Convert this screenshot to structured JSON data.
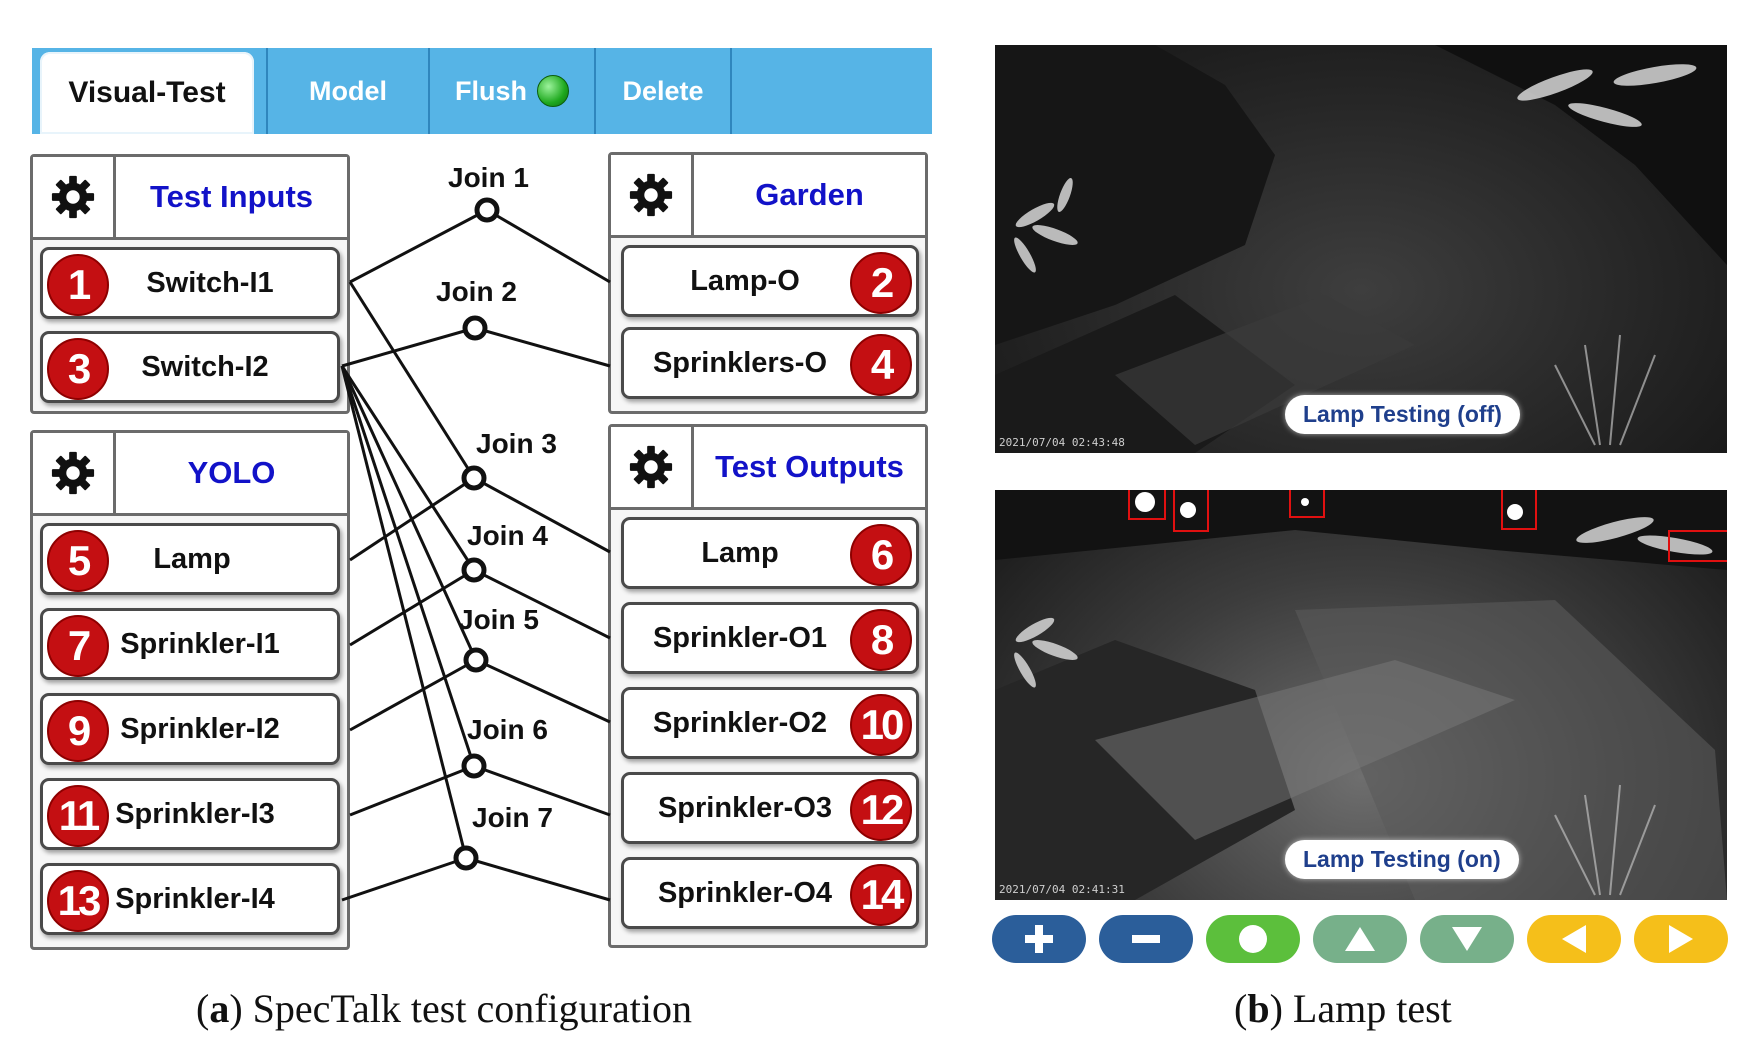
{
  "tabs": [
    {
      "label": "Visual-Test",
      "active": true
    },
    {
      "label": "Model"
    },
    {
      "label": "Flush",
      "indicator": "green-dot"
    },
    {
      "label": "Delete"
    }
  ],
  "panels": {
    "test_inputs": {
      "title": "Test Inputs",
      "items": [
        {
          "num": "1",
          "label": "Switch-I1"
        },
        {
          "num": "3",
          "label": "Switch-I2"
        }
      ]
    },
    "garden": {
      "title": "Garden",
      "items": [
        {
          "num": "2",
          "label": "Lamp-O"
        },
        {
          "num": "4",
          "label": "Sprinklers-O"
        }
      ]
    },
    "yolo": {
      "title": "YOLO",
      "items": [
        {
          "num": "5",
          "label": "Lamp"
        },
        {
          "num": "7",
          "label": "Sprinkler-I1"
        },
        {
          "num": "9",
          "label": "Sprinkler-I2"
        },
        {
          "num": "11",
          "label": "Sprinkler-I3"
        },
        {
          "num": "13",
          "label": "Sprinkler-I4"
        }
      ]
    },
    "test_outputs": {
      "title": "Test Outputs",
      "items": [
        {
          "num": "6",
          "label": "Lamp"
        },
        {
          "num": "8",
          "label": "Sprinkler-O1"
        },
        {
          "num": "10",
          "label": "Sprinkler-O2"
        },
        {
          "num": "12",
          "label": "Sprinkler-O3"
        },
        {
          "num": "14",
          "label": "Sprinkler-O4"
        }
      ]
    }
  },
  "joins": [
    "Join 1",
    "Join 2",
    "Join 3",
    "Join 4",
    "Join 5",
    "Join 6",
    "Join 7"
  ],
  "captions": {
    "a_letter": "a",
    "a_text": " SpecTalk test configuration",
    "b_letter": "b",
    "b_text": " Lamp test"
  },
  "cameras": [
    {
      "badge": "Lamp Testing (off)",
      "timestamp": "2021/07/04 02:43:48"
    },
    {
      "badge": "Lamp Testing (on)",
      "timestamp": "2021/07/04 02:41:31"
    }
  ],
  "controls": [
    {
      "icon": "plus-icon",
      "color": "#2b5e9a"
    },
    {
      "icon": "minus-icon",
      "color": "#2b5e9a"
    },
    {
      "icon": "circle-icon",
      "color": "#5cbf3c"
    },
    {
      "icon": "triangle-up-icon",
      "color": "#77b08a"
    },
    {
      "icon": "triangle-down-icon",
      "color": "#77b08a"
    },
    {
      "icon": "triangle-left-icon",
      "color": "#f5bf1a"
    },
    {
      "icon": "triangle-right-icon",
      "color": "#f5bf1a"
    }
  ]
}
